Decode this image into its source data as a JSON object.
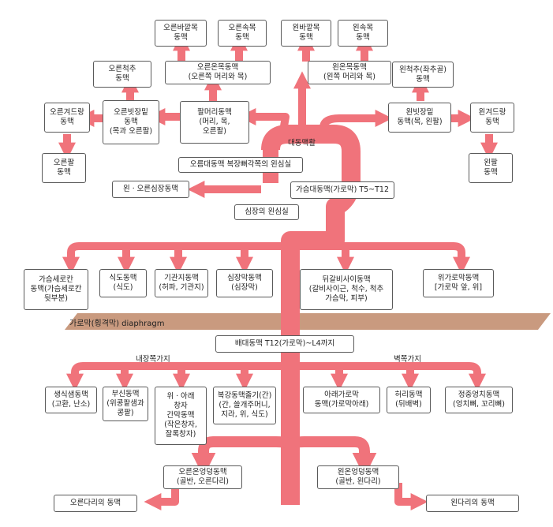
{
  "colors": {
    "artery": "#f0737b",
    "diaphragm": "#c99a7f",
    "border": "#5a5a5a"
  },
  "labels": {
    "aorta_arch": "대동맥활",
    "diaphragm": "가로막(횡격막) diaphragm",
    "visceral": "내장쪽가지",
    "parietal": "벽쪽가지"
  },
  "boxes": {
    "r_ext_carotid": "오른바깥목\n동맥",
    "r_int_carotid": "오른속목\n동맥",
    "l_ext_carotid": "왼바깥목\n동맥",
    "l_int_carotid": "왼속목\n동맥",
    "r_vertebral": "오른척추\n동맥",
    "r_common_carotid": "오른온목동맥\n(오른쪽 머리와 목)",
    "l_common_carotid": "왼온목동맥\n(왼쪽 머리와 목)",
    "l_vertebral": "왼척추(좌추골)\n동맥",
    "r_axillary": "오른겨드랑\n동맥",
    "r_subclavian": "오른빗장밑\n동맥\n(목과 오른팔)",
    "brachiocephalic": "팔머리동맥\n(머리, 목,\n오른팔)",
    "l_subclavian": "왼빗장밑\n동맥(목, 왼팔)",
    "l_axillary": "왼겨드랑\n동맥",
    "r_arm": "오른팔\n동맥",
    "l_arm": "왼팔\n동맥",
    "ascending": "오름대동맥 복장뼈각쪽의 왼심실",
    "coronary": "왼ㆍ오른심장동맥",
    "thoracic_aorta": "가슴대동맥(가로막) T5~T12",
    "left_ventricle": "심장의 왼심실",
    "internal_thoracic": "가슴세로칸\n동맥(가슴세로칸\n뒷부분)",
    "esophageal": "식도동맥\n(식도)",
    "bronchial": "기관지동맥\n(허파, 기관지)",
    "pericardial": "심장막동맥\n(심장막)",
    "intercostal": "뒤갈비사이동맥\n(갈비사이근, 척수, 척추\n가슴막, 피부)",
    "sup_phrenic": "위가로막동맥\n[가로막 앞, 위]",
    "abdominal_aorta": "배대동맥 T12(가로막)~L4까지",
    "gonadal": "생식샘동맥\n(고환, 난소)",
    "suprarenal": "부신동맥\n(위콩팥샘과\n콩팥)",
    "mesenteric": "위ㆍ아래\n창자\n간막동맥\n(작은창자,\n잘록창자)",
    "celiac": "복강동맥줄기(간)\n(간, 쓸개주머니,\n지라, 위, 식도)",
    "inf_phrenic": "아래가로막\n동맥(가로막아래)",
    "lumbar": "허리동맥\n(뒤배벽)",
    "median_sacral": "정중엉치동맥\n(엉치뼈, 꼬리뼈)",
    "r_common_iliac": "오른온엉덩동맥\n(골반, 오른다리)",
    "l_common_iliac": "왼온엉덩동맥\n(골반, 왼다리)",
    "r_leg": "오른다리의 동맥",
    "l_leg": "왼다리의 동맥"
  }
}
